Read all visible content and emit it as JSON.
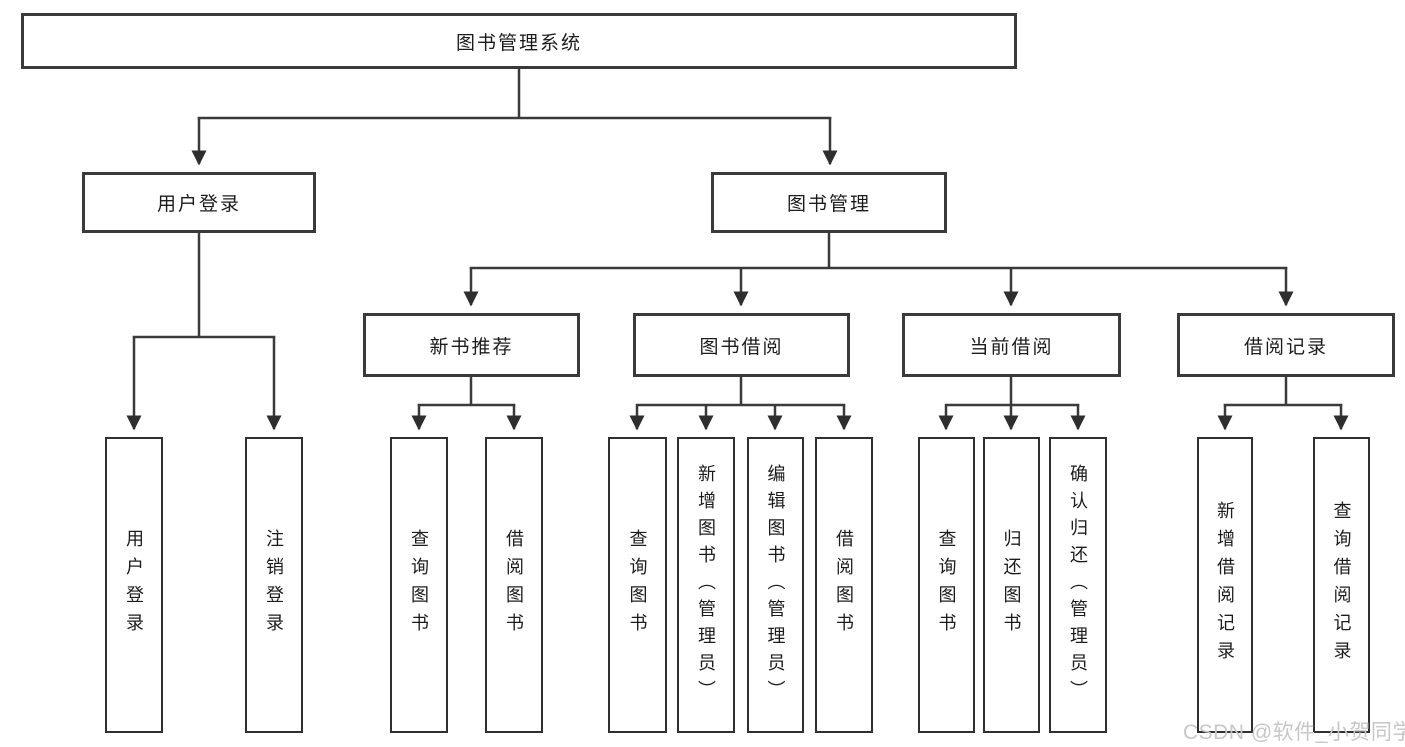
{
  "tree": {
    "label": "图书管理系统",
    "children": [
      {
        "label": "用户登录",
        "children": [
          {
            "label": "用户登录"
          },
          {
            "label": "注销登录"
          }
        ]
      },
      {
        "label": "图书管理",
        "children": [
          {
            "label": "新书推荐",
            "children": [
              {
                "label": "查询图书"
              },
              {
                "label": "借阅图书"
              }
            ]
          },
          {
            "label": "图书借阅",
            "children": [
              {
                "label": "查询图书"
              },
              {
                "label": "新增图书（管理员）"
              },
              {
                "label": "编辑图书（管理员）"
              },
              {
                "label": "借阅图书"
              }
            ]
          },
          {
            "label": "当前借阅",
            "children": [
              {
                "label": "查询图书"
              },
              {
                "label": "归还图书"
              },
              {
                "label": "确认归还（管理员）"
              }
            ]
          },
          {
            "label": "借阅记录",
            "children": [
              {
                "label": "新增借阅记录"
              },
              {
                "label": "查询借阅记录"
              }
            ]
          }
        ]
      }
    ]
  },
  "watermark": {
    "text": "CSDN @软件_小贺同学"
  },
  "colors": {
    "line": "#3a3a3a",
    "box_border": "#3a3a3a",
    "text": "#1c1c1c",
    "watermark": "#c7c7c7",
    "background": "#ffffff"
  }
}
